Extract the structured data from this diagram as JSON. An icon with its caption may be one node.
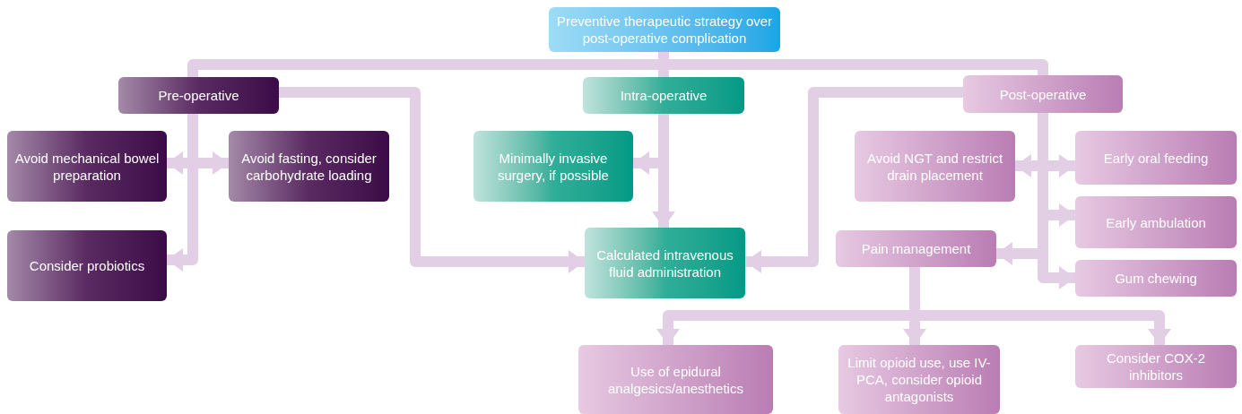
{
  "diagram": {
    "nodes": [
      {
        "text": [
          "Preventive therapeutic strategy over post-operative complication"
        ]
      },
      {
        "text": [
          "Pre-operative"
        ]
      },
      {
        "text": [
          "Intra-operative"
        ]
      },
      {
        "text": [
          "Post-operative"
        ]
      },
      {
        "text": [
          "Avoid mechanical bowel preparation"
        ]
      },
      {
        "text": [
          "Avoid fasting, consider carbohydrate loading"
        ]
      },
      {
        "text": [
          "Consider probiotics"
        ]
      },
      {
        "text": [
          "Minimally invasive surgery, if possible"
        ]
      },
      {
        "text": [
          "Calculated intravenous fluid administration"
        ]
      },
      {
        "text": [
          "Avoid NGT and restrict drain placement"
        ]
      },
      {
        "text": [
          "Early oral feeding"
        ]
      },
      {
        "text": [
          "Early ambulation"
        ]
      },
      {
        "text": [
          "Gum chewing"
        ]
      },
      {
        "text": [
          "Pain management"
        ]
      },
      {
        "text": [
          "Use of epidural analgesics/anesthetics"
        ]
      },
      {
        "text": [
          "Limit opioid use, use IV-PCA, consider opioid antagonists"
        ]
      },
      {
        "text": [
          "Consider COX-2 inhibitors"
        ]
      }
    ],
    "edges": [
      {
        "from": 0,
        "to": 1,
        "arrow": "none"
      },
      {
        "from": 0,
        "to": 2,
        "arrow": "none"
      },
      {
        "from": 0,
        "to": 3,
        "arrow": "none"
      },
      {
        "from": 1,
        "to": 4,
        "arrow": "to"
      },
      {
        "from": 1,
        "to": 5,
        "arrow": "to"
      },
      {
        "from": 1,
        "to": 6,
        "arrow": "to"
      },
      {
        "from": 1,
        "to": 8,
        "arrow": "to"
      },
      {
        "from": 2,
        "to": 7,
        "arrow": "to"
      },
      {
        "from": 2,
        "to": 8,
        "arrow": "to"
      },
      {
        "from": 3,
        "to": 8,
        "arrow": "to"
      },
      {
        "from": 3,
        "to": 9,
        "arrow": "to"
      },
      {
        "from": 3,
        "to": 10,
        "arrow": "to"
      },
      {
        "from": 3,
        "to": 11,
        "arrow": "to"
      },
      {
        "from": 3,
        "to": 12,
        "arrow": "to"
      },
      {
        "from": 3,
        "to": 13,
        "arrow": "to"
      },
      {
        "from": 13,
        "to": 14,
        "arrow": "to"
      },
      {
        "from": 13,
        "to": 15,
        "arrow": "to"
      },
      {
        "from": 13,
        "to": 16,
        "arrow": "to"
      }
    ]
  }
}
